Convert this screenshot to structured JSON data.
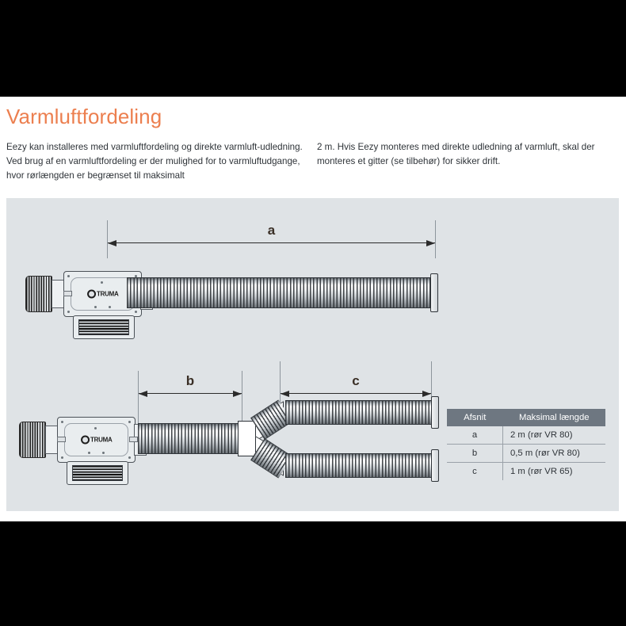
{
  "document": {
    "title": "Varmluftfordeling",
    "intro_left": "Eezy kan installeres med varmluftfordeling og direkte varmluft-udledning. Ved brug af en varmluftfordeling er der mulighed for to varmluftudgange, hvor rørlængden er begrænset til maksimalt",
    "intro_right": "2 m. Hvis Eezy monteres med direkte udledning af varmluft, skal der monteres et gitter (se tilbehør) for sikker drift."
  },
  "diagram": {
    "dimension_a": "a",
    "dimension_b": "b",
    "dimension_c": "c",
    "unit_brand": "TRUMA"
  },
  "table": {
    "headers": [
      "Afsnit",
      "Maksimal længde"
    ],
    "rows": [
      {
        "key": "a",
        "value": "2 m (rør VR 80)"
      },
      {
        "key": "b",
        "value": "0,5 m (rør VR 80)"
      },
      {
        "key": "c",
        "value": "1 m (rør VR 65)"
      }
    ]
  },
  "colors": {
    "title": "#ec7f4f",
    "panel_bg": "#dfe3e6",
    "table_header_bg": "#6e7781",
    "letterbox": "#000000"
  }
}
